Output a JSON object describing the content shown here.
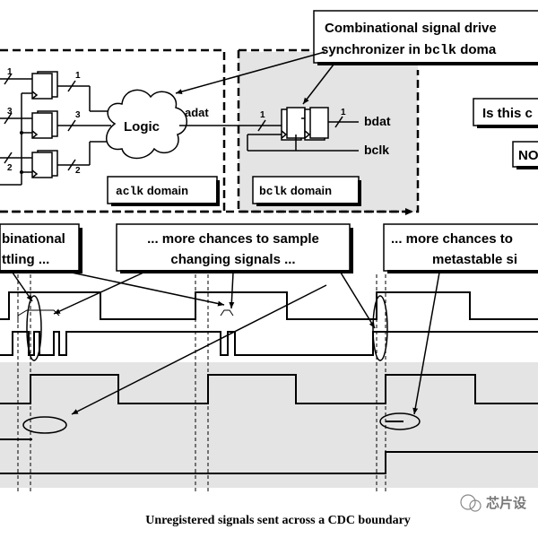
{
  "callouts": {
    "top_line1": "Combinational signal drive",
    "top_line2_a": "synchronizer in ",
    "top_line2_b": "bclk",
    "top_line2_c": " doma",
    "question": "Is this c",
    "no": "NO",
    "left_line1": "binational",
    "left_line2": "ttling ...",
    "mid_line1": "... more chances to sample",
    "mid_line2": "changing signals ...",
    "right_line1": "... more chances to",
    "right_line2": "metastable si"
  },
  "circuit": {
    "logic": "Logic",
    "adat": "adat",
    "bdat": "bdat",
    "bclk": "bclk",
    "aclk_domain_a": "aclk",
    "aclk_domain_b": " domain",
    "bclk_domain_a": "bclk",
    "bclk_domain_b": " domain",
    "bus_in_1": "1",
    "bus_in_3": "3",
    "bus_in_2": "2",
    "bus_out_1": "1",
    "bus_out_3": "3",
    "bus_out_2": "2",
    "sync_in": "1",
    "sync_out": "1"
  },
  "caption": "Unregistered signals sent across a CDC boundary",
  "watermark": "芯片设"
}
